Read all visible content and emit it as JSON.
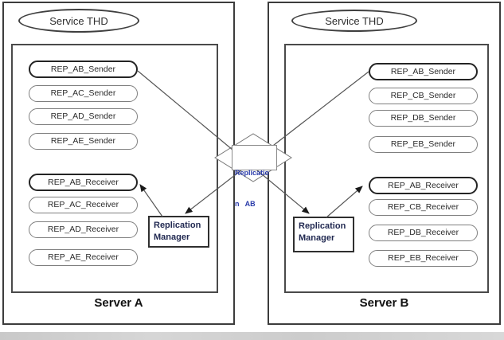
{
  "servers": [
    {
      "name": "Server A",
      "service": "Service THD",
      "senders": [
        "REP_AB_Sender",
        "REP_AC_Sender",
        "REP_AD_Sender",
        "REP_AE_Sender"
      ],
      "receivers": [
        "REP_AB_Receiver",
        "REP_AC_Receiver",
        "REP_AD_Receiver",
        "REP_AE_Receiver"
      ],
      "manager_line1": "Replication",
      "manager_line2": "Manager"
    },
    {
      "name": "Server B",
      "service": "Service THD",
      "senders": [
        "REP_AB_Sender",
        "REP_CB_Sender",
        "REP_DB_Sender",
        "REP_EB_Sender"
      ],
      "receivers": [
        "REP_AB_Receiver",
        "REP_CB_Receiver",
        "REP_DB_Receiver",
        "REP_EB_Receiver"
      ],
      "manager_line1": "Replication",
      "manager_line2": "Manager"
    }
  ],
  "connector": {
    "label_line1": "Replicatio",
    "label_line2": "n   AB",
    "text_color": "#2b3caa"
  },
  "colors": {
    "box_border": "#3c3c3c",
    "pill_border": "#7f7f7f",
    "highlight_border": "#242424",
    "connector_line": "#555555",
    "manager_text": "#222a52",
    "bottom_strip": "#cdcdcd"
  }
}
